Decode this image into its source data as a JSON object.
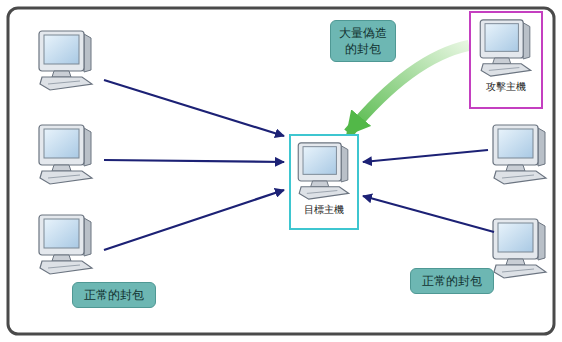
{
  "diagram": {
    "nodes": [
      {
        "text": [
          "攻擊主機"
        ]
      },
      {
        "text": [
          "大量偽造的封包"
        ]
      },
      {
        "text": [
          "目標主機"
        ]
      },
      {
        "text": [
          "正常的封包"
        ]
      },
      {
        "text": [
          "正常的封包"
        ]
      }
    ],
    "edges": [
      {
        "from": 0,
        "to": 2,
        "arrow": "to"
      }
    ]
  }
}
